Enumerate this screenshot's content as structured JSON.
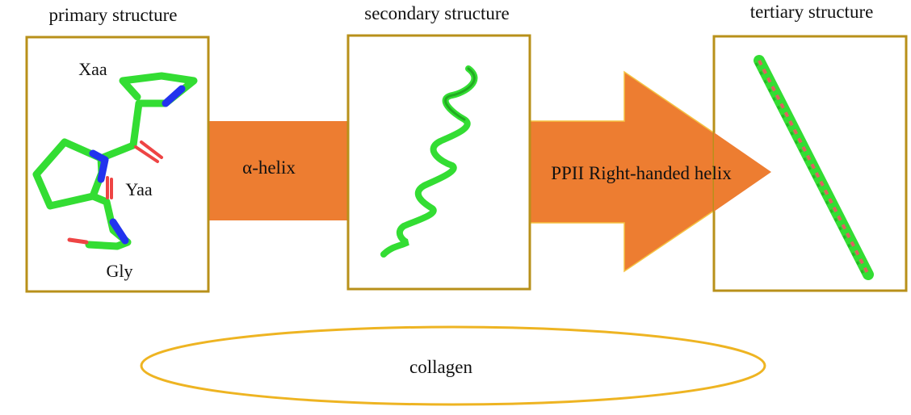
{
  "colors": {
    "box_border": "#b8901a",
    "arrow_fill": "#ed7d31",
    "arrow_edge": "#f5c242",
    "ellipse": "#eeb422",
    "atom_carbon": "#33dd33",
    "atom_nitrogen": "#2233ee",
    "atom_oxygen": "#ee4444"
  },
  "panels": {
    "primary": {
      "title": "primary structure",
      "residues": [
        "Xaa",
        "Yaa",
        "Gly"
      ]
    },
    "secondary": {
      "title": "secondary structure"
    },
    "tertiary": {
      "title": "tertiary structure"
    }
  },
  "arrows": {
    "first": {
      "label": "α-helix"
    },
    "second": {
      "label": "PPII Right-handed  helix"
    }
  },
  "ellipse": {
    "label": "collagen"
  }
}
